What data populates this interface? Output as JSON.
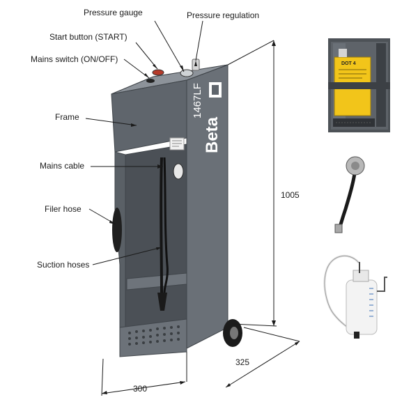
{
  "labels": {
    "pressure_gauge": "Pressure gauge",
    "pressure_regulation": "Pressure regulation",
    "start_button": "Start button (START)",
    "mains_switch": "Mains switch (ON/OFF)",
    "frame": "Frame",
    "mains_cable": "Mains cable",
    "filer_hose": "Filer hose",
    "suction_hoses": "Suction hoses"
  },
  "dimensions": {
    "height": "1005",
    "depth": "325",
    "width": "300"
  },
  "product": {
    "brand": "Beta",
    "model": "1467LF"
  },
  "inset": {
    "reservoir_label": "DOT 4"
  },
  "colors": {
    "body": "#5f656c",
    "body_dark": "#4a4f55",
    "body_light": "#777d84",
    "rubber": "#1b1b1b"
  }
}
